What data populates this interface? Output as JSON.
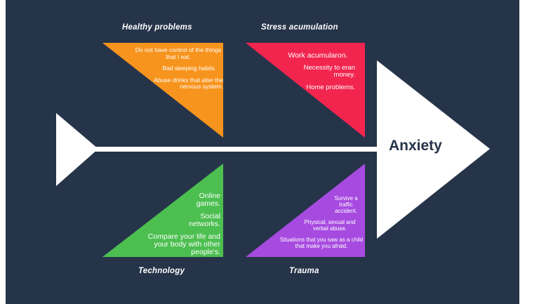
{
  "effect": "Anxiety",
  "categories": {
    "top_left": {
      "title": "Healthy problems",
      "color": "#f7941d",
      "causes": [
        "Do not have control of the things that I eat.",
        "Bad sleeping habits.",
        "Abuse drinks that alter the nervous system."
      ]
    },
    "top_right": {
      "title": "Stress acumulation",
      "color": "#f2254f",
      "causes": [
        "Work acumularon.",
        "Necessity to eran money.",
        "Home problems."
      ]
    },
    "bottom_left": {
      "title": "Technology",
      "color": "#4cbf50",
      "causes": [
        "Online games.",
        "Social networks.",
        "Compare your life and your body with other people's."
      ]
    },
    "bottom_right": {
      "title": "Trauma",
      "color": "#a74be0",
      "causes": [
        "Survive a traffic accident.",
        "Physical, sexual and verbal abuse.",
        "Situations that you saw as a child that make you afraid."
      ]
    }
  },
  "colors": {
    "background": "#26344a",
    "spine": "#ffffff",
    "text": "#ffffff"
  }
}
